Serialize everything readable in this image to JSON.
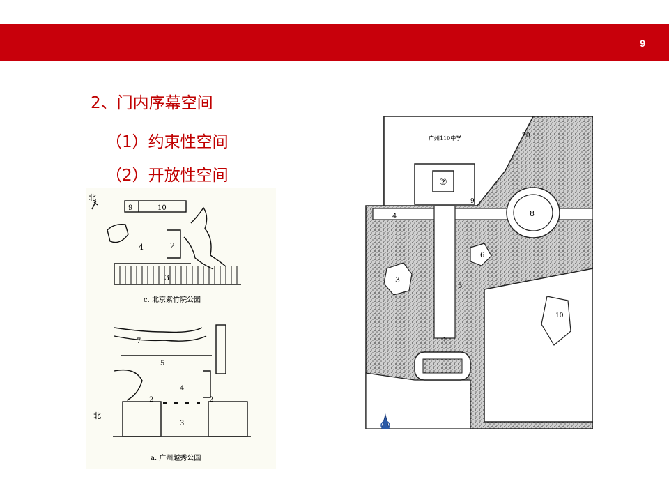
{
  "header": {
    "page_number": "9",
    "bar_color": "#c8000b"
  },
  "content": {
    "main_heading": "2、门内序幕空间",
    "subheadings": [
      "（1）约束性空间",
      "（2）开放性空间"
    ],
    "text_color": "#c00000"
  },
  "figures": {
    "left": {
      "top_plan": {
        "caption": "c. 北京紫竹院公园",
        "north_label": "北",
        "labels": [
          "9",
          "10",
          "4",
          "2",
          "3"
        ]
      },
      "bottom_plan": {
        "caption": "a. 广州越秀公园",
        "north_label": "北",
        "labels": [
          "7",
          "5",
          "4",
          "2",
          "2",
          "3"
        ]
      }
    },
    "right": {
      "school_label": "广州110中学",
      "labels": [
        "②",
        "8",
        "3",
        "6",
        "5",
        "1",
        "4",
        "9",
        "20",
        "10"
      ],
      "icon": "north-arrow-icon"
    }
  }
}
